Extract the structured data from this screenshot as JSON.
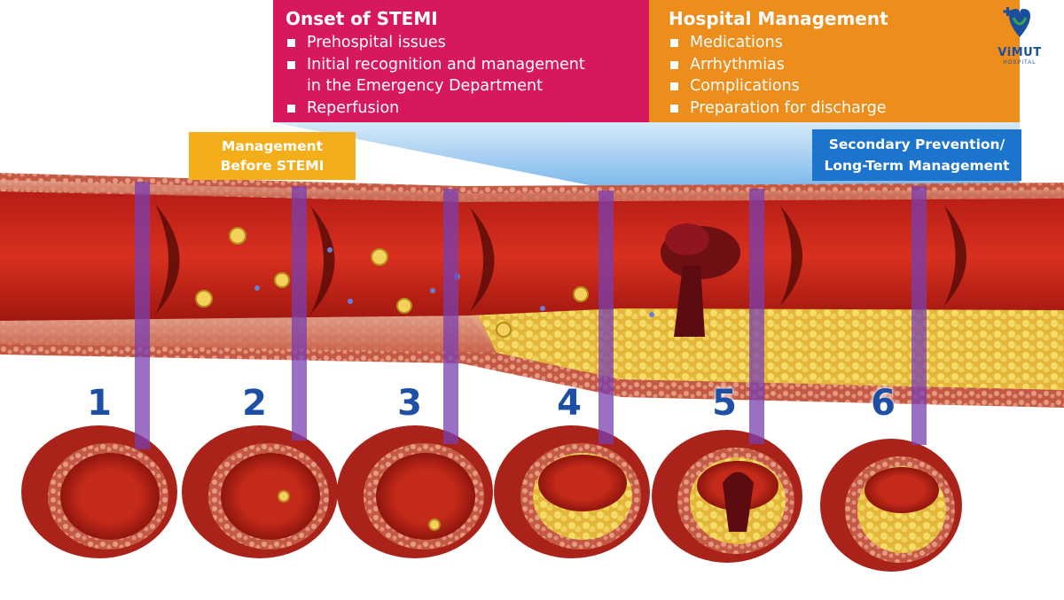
{
  "banner": {
    "onset": {
      "title": "Onset of STEMI",
      "items": [
        "Prehospital issues",
        "Initial recognition and management",
        "in the Emergency Department",
        "Reperfusion"
      ]
    },
    "hospital": {
      "title": "Hospital Management",
      "items": [
        "Medications",
        "Arrhythmias",
        "Complications",
        "Preparation for discharge"
      ]
    }
  },
  "logo": {
    "word": "ViMUT",
    "sub": "HOSPITAL"
  },
  "labels": {
    "before": [
      "Management",
      "Before STEMI"
    ],
    "secondary": [
      "Secondary Prevention/",
      "Long-Term Management"
    ]
  },
  "stages": [
    "1",
    "2",
    "3",
    "4",
    "5",
    "6"
  ],
  "colors": {
    "onset": "#d8185c",
    "hospital": "#ec8d1c",
    "before": "#f4ae1a",
    "secondary": "#1c74cc",
    "marker": "#7a3fb0",
    "number": "#1d4fa4"
  }
}
